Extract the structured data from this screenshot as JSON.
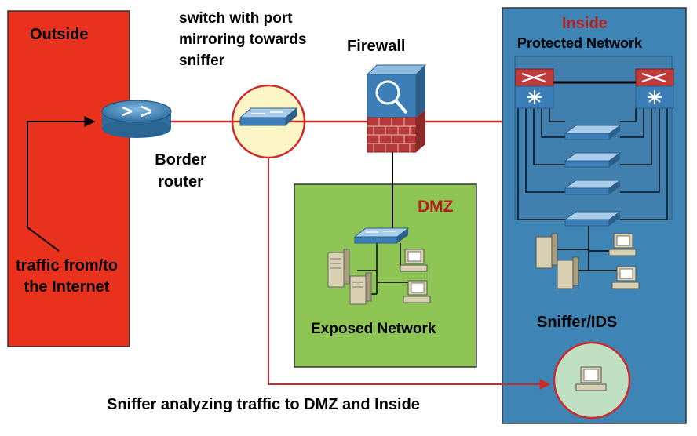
{
  "zones": {
    "outside": {
      "label": "Outside"
    },
    "dmz": {
      "label": "DMZ",
      "caption": "Exposed Network"
    },
    "inside": {
      "label": "Inside",
      "subtitle": "Protected Network",
      "sniffer_label": "Sniffer/IDS"
    }
  },
  "devices": {
    "switch_label": "switch with port mirroring towards sniffer",
    "firewall_label": "Firewall",
    "router_label": "Border router"
  },
  "traffic_label": "traffic from/to the Internet",
  "footer_caption": "Sniffer analyzing traffic to DMZ and Inside",
  "colors": {
    "outside_fill": "#e8321e",
    "dmz_fill": "#8dc454",
    "inside_fill": "#3e84b4",
    "link_red": "#cc2a2a",
    "dmz_title": "#b22020",
    "inside_title": "#b22020",
    "highlight_circle": "#fbf4c4",
    "sniffer_circle": "#bfe0c2"
  }
}
